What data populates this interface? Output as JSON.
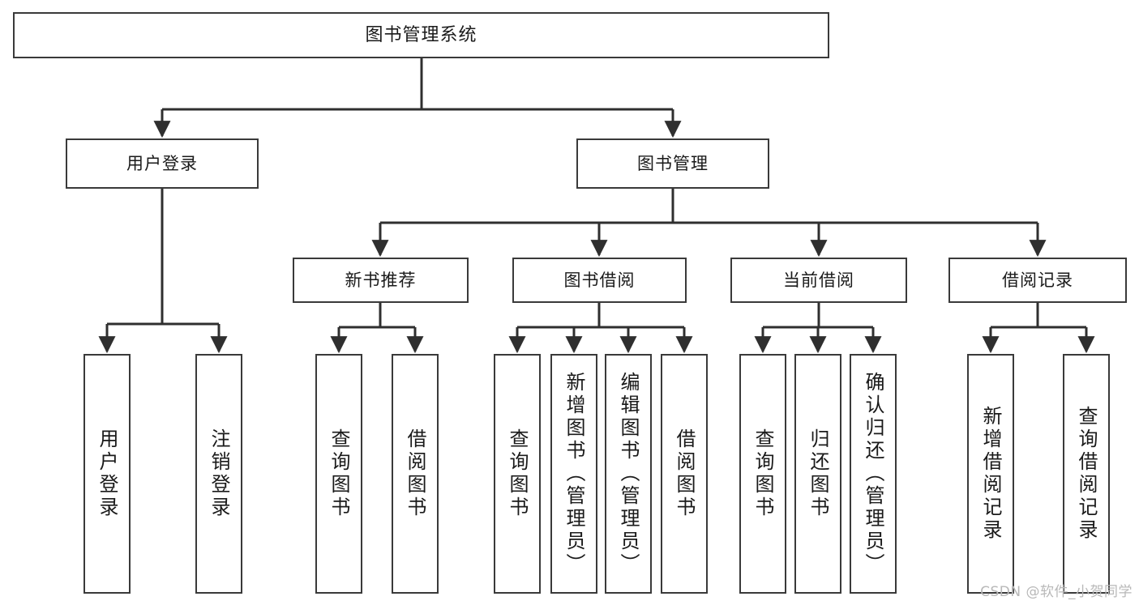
{
  "diagram": {
    "title": "图书管理系统",
    "type": "tree",
    "colors": {
      "box_border": "#3a3a3a",
      "box_fill": "#ffffff",
      "connector": "#2f2f2f",
      "text": "#1a1a1a",
      "watermark": "#b8b8b8",
      "background": "#ffffff"
    }
  },
  "root": {
    "label": "图书管理系统"
  },
  "level2": [
    {
      "label": "用户登录"
    },
    {
      "label": "图书管理"
    }
  ],
  "level3": [
    {
      "label": "新书推荐"
    },
    {
      "label": "图书借阅"
    },
    {
      "label": "当前借阅"
    },
    {
      "label": "借阅记录"
    }
  ],
  "leaves": {
    "user_login": [
      {
        "label": "用户登录"
      },
      {
        "label": "注销登录"
      }
    ],
    "new_book": [
      {
        "label": "查询图书"
      },
      {
        "label": "借阅图书"
      }
    ],
    "book_borrow": [
      {
        "label": "查询图书"
      },
      {
        "label": "新增图书（管理员）"
      },
      {
        "label": "编辑图书（管理员）"
      },
      {
        "label": "借阅图书"
      }
    ],
    "current_borrow": [
      {
        "label": "查询图书"
      },
      {
        "label": "归还图书"
      },
      {
        "label": "确认归还（管理员）"
      }
    ],
    "borrow_record": [
      {
        "label": "新增借阅记录"
      },
      {
        "label": "查询借阅记录"
      }
    ]
  },
  "watermark": {
    "text": "CSDN @软件_小贺同学"
  }
}
